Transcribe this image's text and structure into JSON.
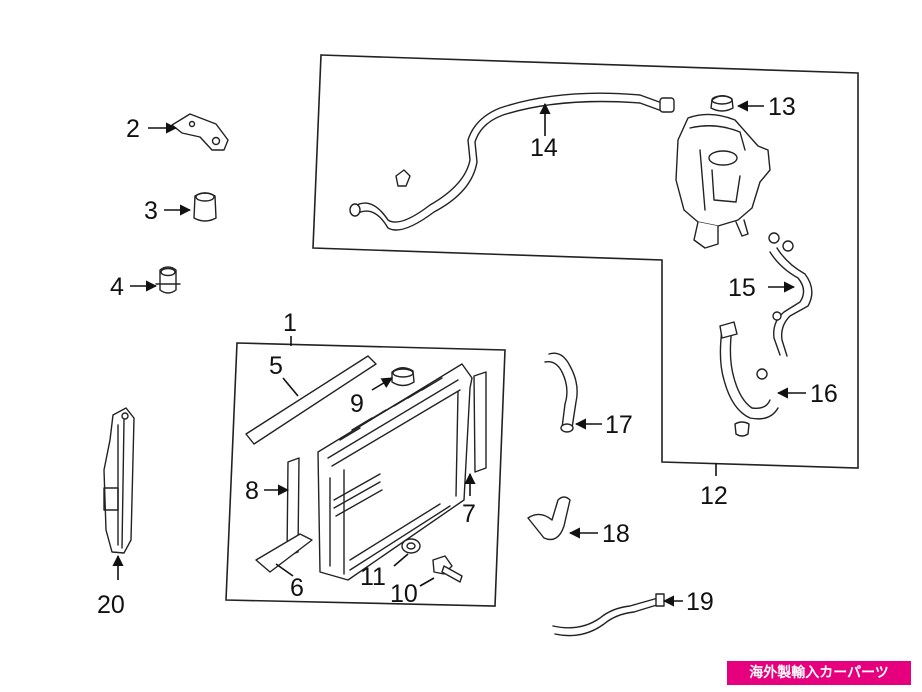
{
  "callouts": {
    "c1": "1",
    "c2": "2",
    "c3": "3",
    "c4": "4",
    "c5": "5",
    "c6": "6",
    "c7": "7",
    "c8": "8",
    "c9": "9",
    "c10": "10",
    "c11": "11",
    "c12": "12",
    "c13": "13",
    "c14": "14",
    "c15": "15",
    "c16": "16",
    "c17": "17",
    "c18": "18",
    "c19": "19",
    "c20": "20"
  },
  "watermark": {
    "text": "海外製輸入カーパーツ",
    "color": "#e6007e"
  }
}
